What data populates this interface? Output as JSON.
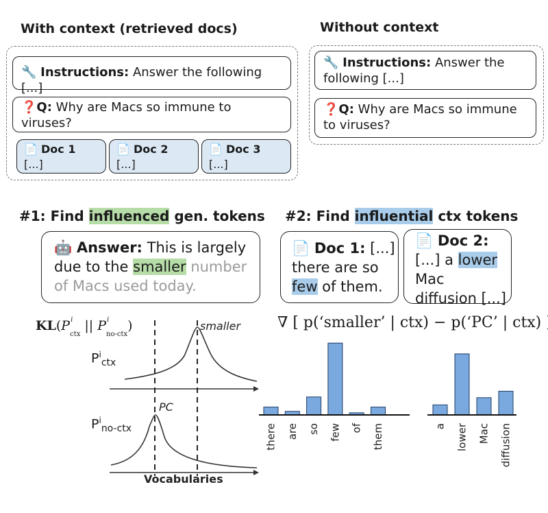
{
  "top_left": {
    "heading": "With context (retrieved docs)",
    "instructions_icon": "wrench-icon",
    "instructions_label": "Instructions:",
    "instructions_text": "Answer the following [...]",
    "question_icon": "red-question-mark-icon",
    "question_label": "Q:",
    "question_text": "Why are Macs so immune to viruses?",
    "docs": [
      {
        "title": "Doc 1",
        "body": "[...]"
      },
      {
        "title": "Doc 2",
        "body": "[...]"
      },
      {
        "title": "Doc 3",
        "body": "[...]"
      }
    ]
  },
  "top_right": {
    "heading": "Without context",
    "instructions_label": "Instructions:",
    "instructions_line1": "Answer the",
    "instructions_line2": "following [...]",
    "question_label": "Q:",
    "question_line1": "Why are Macs so immune",
    "question_line2": "to viruses?"
  },
  "step1": {
    "title_pre": "#1: Find ",
    "title_hl": "influenced",
    "title_post": " gen. tokens",
    "answer_icon": "robot-icon",
    "answer_label": "Answer:",
    "answer_l1": "This is largely",
    "answer_l2_pre": "due to the ",
    "answer_l2_hl": "smaller",
    "answer_l2_grey": " number",
    "answer_l3": "of Macs used today.",
    "kl_label": "KL",
    "p_ctx": "P",
    "p_ctx_sup": "i",
    "p_ctx_sub": "ctx",
    "p_noctx_sub": "no-ctx",
    "peak_top": "smaller",
    "peak_bottom": "PC",
    "xlabel": "Vocabularies"
  },
  "step2": {
    "title_pre": "#2: Find ",
    "title_hl": "influential",
    "title_post": " ctx tokens",
    "doc1_title": "Doc 1:",
    "doc1_l1_rest": " [...]",
    "doc1_l2": "there are so",
    "doc1_l3_hl": "few",
    "doc1_l3_rest": " of them.",
    "doc2_title": "Doc 2:",
    "doc2_l2_pre": "[...] a ",
    "doc2_l2_hl": "lower",
    "doc2_l3": "Mac",
    "doc2_l4": "diffusion [...]",
    "grad_formula": "∇ [ p(‘smaller’ | ctx) − p(‘PC’ | ctx) ]"
  },
  "chart_data": [
    {
      "type": "bar",
      "categories": [
        "there",
        "are",
        "so",
        "few",
        "of",
        "them"
      ],
      "values": [
        0.11,
        0.05,
        0.25,
        1.0,
        0.03,
        0.11
      ],
      "ylim": [
        0,
        1.05
      ]
    },
    {
      "type": "bar",
      "categories": [
        "a",
        "lower",
        "Mac",
        "diffusion"
      ],
      "values": [
        0.14,
        0.85,
        0.24,
        0.33
      ],
      "ylim": [
        0,
        1.05
      ]
    }
  ],
  "colors": {
    "green_highlight": "#b6dca7",
    "blue_highlight": "#a8cce9",
    "doc_fill": "#dce9f5",
    "bar_fill": "#7aa9df"
  }
}
